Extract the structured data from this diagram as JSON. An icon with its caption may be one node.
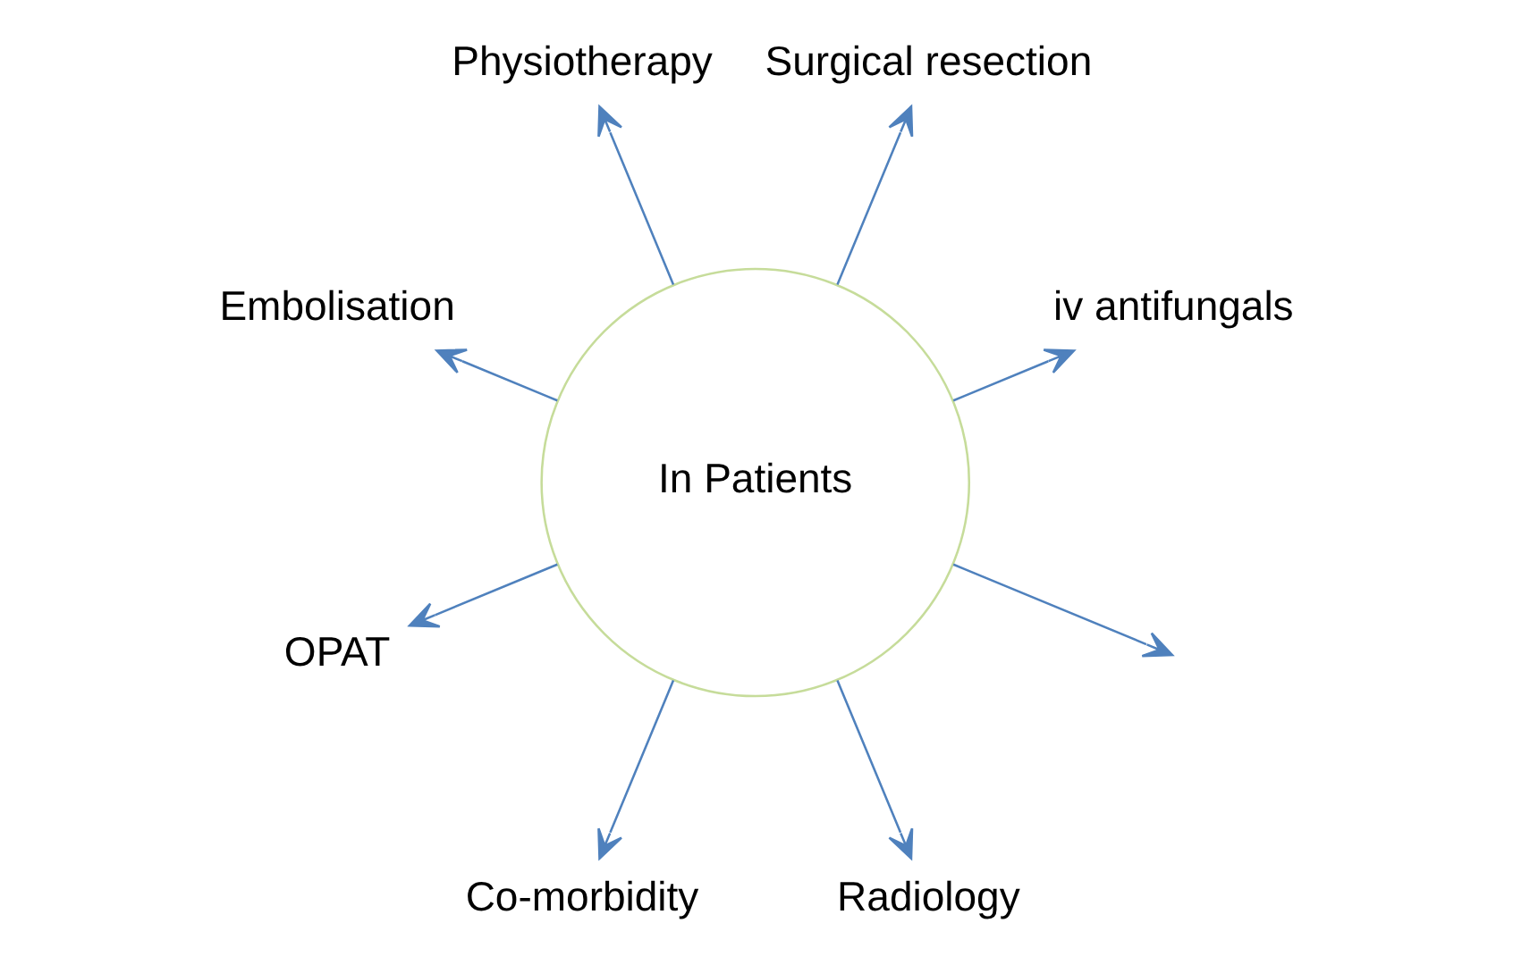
{
  "diagram": {
    "nodes": [
      {
        "text": [
          "In Patients"
        ]
      },
      {
        "text": [
          "iv antifungals"
        ]
      },
      {
        "text": [
          "Surgical resection"
        ]
      },
      {
        "text": [
          "Physiotherapy"
        ]
      },
      {
        "text": [
          "Embolisation"
        ]
      },
      {
        "text": [
          "OPAT"
        ]
      },
      {
        "text": [
          "Co-morbidity"
        ]
      },
      {
        "text": [
          "Radiology"
        ]
      }
    ],
    "edges": [
      {
        "from": 0,
        "to": 1,
        "arrow": "to"
      },
      {
        "from": 0,
        "to": 3,
        "arrow": "to"
      },
      {
        "from": 0,
        "to": null,
        "arrow": "to"
      },
      {
        "from": 0,
        "to": 6,
        "arrow": "to"
      },
      {
        "from": 0,
        "to": 7,
        "arrow": "to"
      },
      {
        "from": 0,
        "to": 5,
        "arrow": "to"
      },
      {
        "from": 0,
        "to": 4,
        "arrow": "to"
      },
      {
        "from": 0,
        "to": 2,
        "arrow": "to"
      }
    ]
  }
}
